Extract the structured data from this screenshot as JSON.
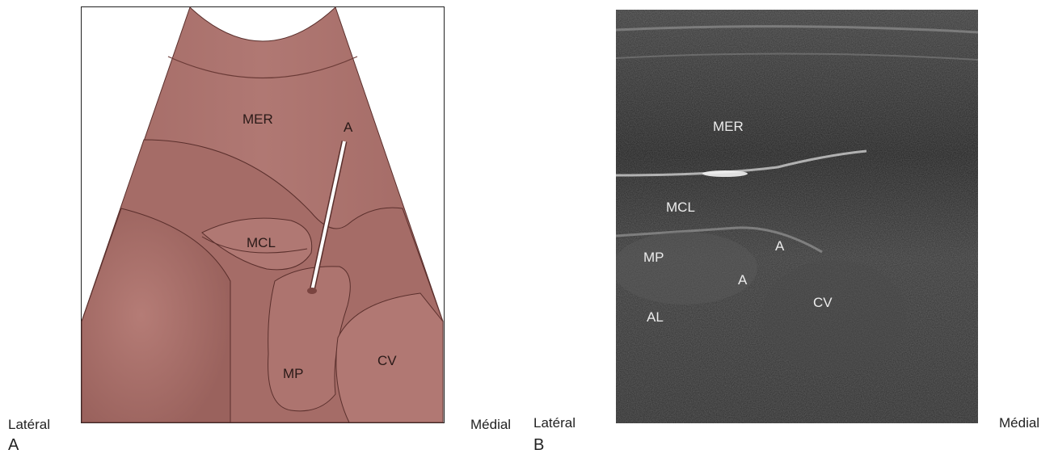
{
  "panelA": {
    "panel_label": "A",
    "left_label": "Latéral",
    "right_label": "Médial",
    "labels": {
      "mer": "MER",
      "needle": "A",
      "mcl": "MCL",
      "mp": "MP",
      "cv": "CV"
    },
    "colors": {
      "tissue": "#a8706b",
      "tissue_dark": "#9a6460",
      "muscle": "#b27a75",
      "outline": "#5a2f2c"
    }
  },
  "panelB": {
    "panel_label": "B",
    "left_label": "Latéral",
    "right_label": "Médial",
    "labels": {
      "mer": "MER",
      "mcl": "MCL",
      "a_upper": "A",
      "mp": "MP",
      "a_lower": "A",
      "cv": "CV",
      "al": "AL"
    },
    "colors": {
      "background": "#2a2a2a",
      "echo": "#bfbfbf"
    }
  }
}
